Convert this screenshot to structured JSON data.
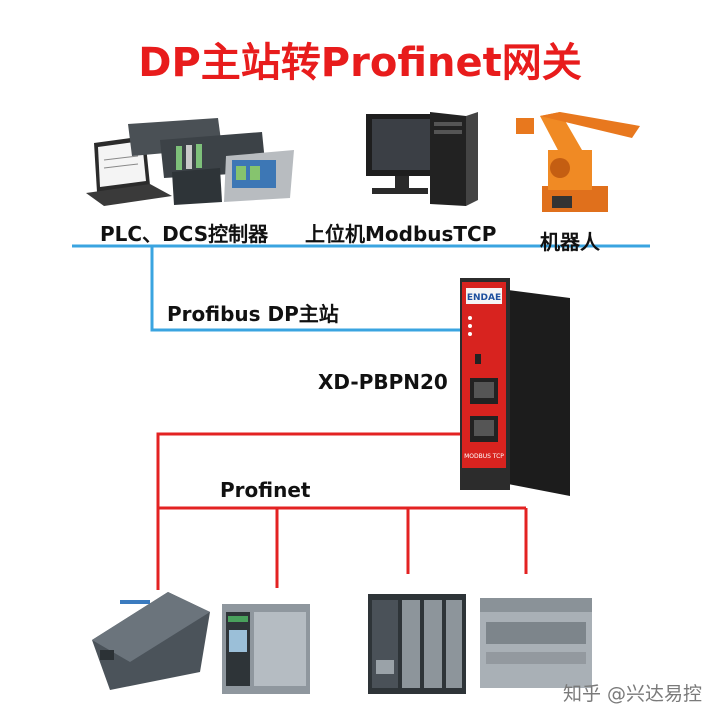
{
  "title": "DP主站转Profinet网关",
  "labels": {
    "plc_dcs": "PLC、DCS控制器",
    "host": "上位机ModbusTCP",
    "robot": "机器人",
    "profibus_master": "Profibus DP主站",
    "gateway_model": "XD-PBPN20",
    "profinet": "Profinet"
  },
  "gateway": {
    "logo": "ENDAE",
    "port_label": "MODBUS TCP"
  },
  "watermark": "知乎 @兴达易控",
  "colors": {
    "title": "#e81c1c",
    "profibus_line": "#3aa4e0",
    "profinet_line": "#e32222"
  },
  "icons": [
    "laptop-icon",
    "plc-rack-icon",
    "hmi-panel-icon",
    "monitor-icon",
    "pc-tower-icon",
    "robot-arm-icon",
    "gateway-device-icon",
    "plc-device-icon"
  ]
}
